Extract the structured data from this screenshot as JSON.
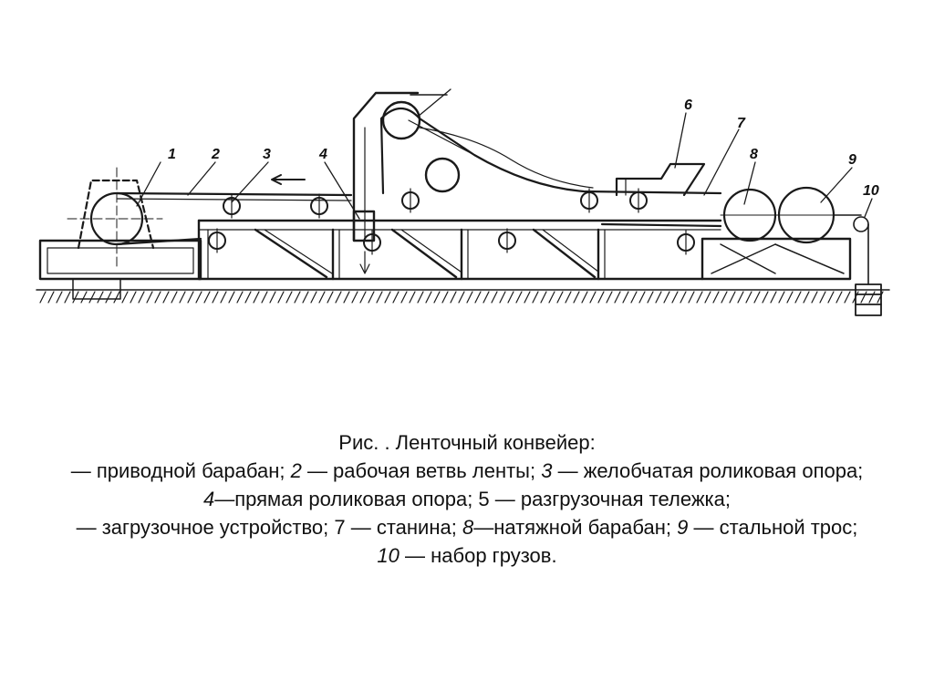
{
  "figure": {
    "callouts": [
      "1",
      "2",
      "3",
      "4",
      "",
      "6",
      "7",
      "8",
      "9",
      "10"
    ]
  },
  "caption": {
    "title": "Рис. . Ленточный конвейер:",
    "lines": [
      [
        {
          "t": "— приводной барабан; ",
          "i": false
        },
        {
          "t": "2",
          "i": true
        },
        {
          "t": " — рабочая ветвь ленты; ",
          "i": false
        },
        {
          "t": "3",
          "i": true
        },
        {
          "t": " — желобчатая роликовая опора;",
          "i": false
        }
      ],
      [
        {
          "t": "4",
          "i": true
        },
        {
          "t": "—прямая роликовая опора; 5 — разгрузочная тележка;",
          "i": false
        }
      ],
      [
        {
          "t": " — загрузочное устройство; 7 — станина; ",
          "i": false
        },
        {
          "t": "8",
          "i": true
        },
        {
          "t": "—натяжной барабан; ",
          "i": false
        },
        {
          "t": "9",
          "i": true
        },
        {
          "t": " — стальной трос;",
          "i": false
        }
      ],
      [
        {
          "t": "10",
          "i": true
        },
        {
          "t": " — набор грузов.",
          "i": false
        }
      ]
    ]
  }
}
